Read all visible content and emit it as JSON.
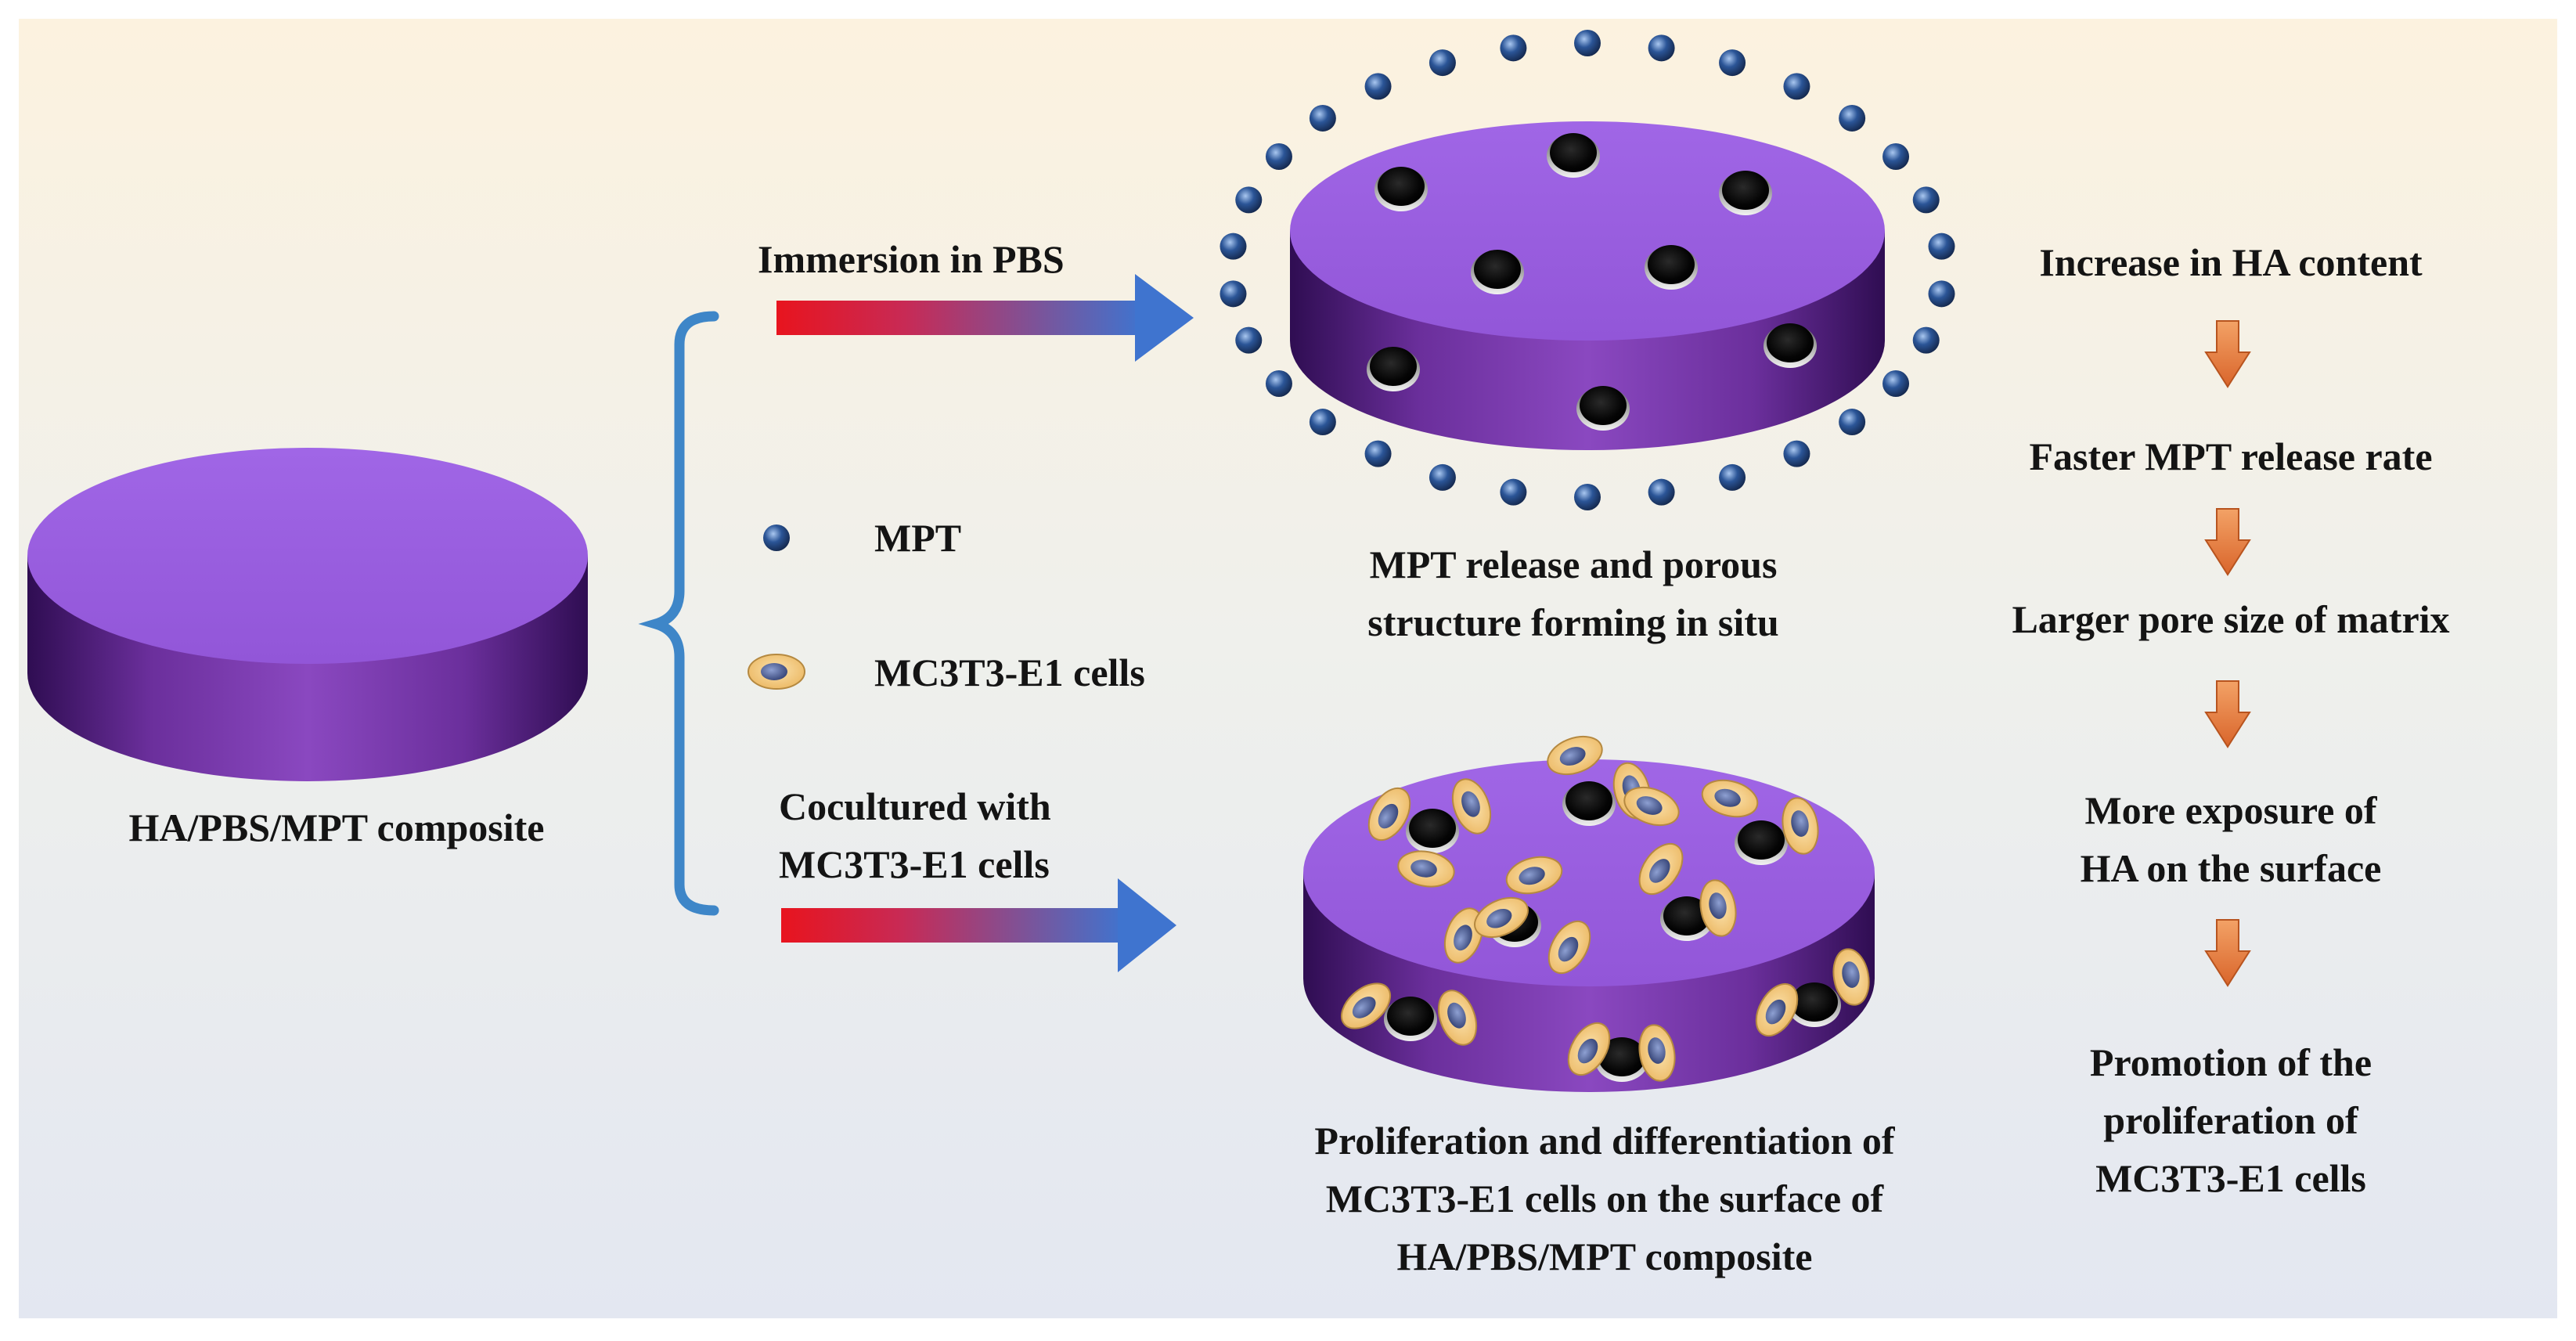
{
  "composite": {
    "label": "HA/PBS/MPT composite",
    "top_color": "#9a5ee0",
    "side_color": "#5a2a8a"
  },
  "legend": {
    "mpt": "MPT",
    "cells": "MC3T3-E1 cells"
  },
  "upper_branch": {
    "arrow_label": "Immersion in PBS",
    "caption_lines": [
      "MPT release and porous",
      "structure forming in situ"
    ]
  },
  "lower_branch": {
    "arrow_label_lines": [
      "Cocultured with",
      "MC3T3-E1 cells"
    ],
    "caption_lines": [
      "Proliferation and differentiation of",
      "MC3T3-E1 cells on the surface of",
      "HA/PBS/MPT composite"
    ]
  },
  "flow": {
    "steps": [
      {
        "lines": [
          "Increase in HA content"
        ]
      },
      {
        "lines": [
          "Faster MPT release rate"
        ]
      },
      {
        "lines": [
          "Larger pore size of matrix"
        ]
      },
      {
        "lines": [
          "More exposure of",
          "HA on the surface"
        ]
      },
      {
        "lines": [
          "Promotion of the",
          "proliferation of",
          "MC3T3-E1 cells"
        ]
      }
    ],
    "arrow_color": "#e8823a"
  },
  "colors": {
    "bracket": "#3e86c8",
    "arrow_start": "#e8141e",
    "arrow_end": "#3f74cf",
    "mpt_dot": "#2b5597",
    "cell_fill": "#f3c77a",
    "cell_nucleus": "#4e5f96"
  }
}
